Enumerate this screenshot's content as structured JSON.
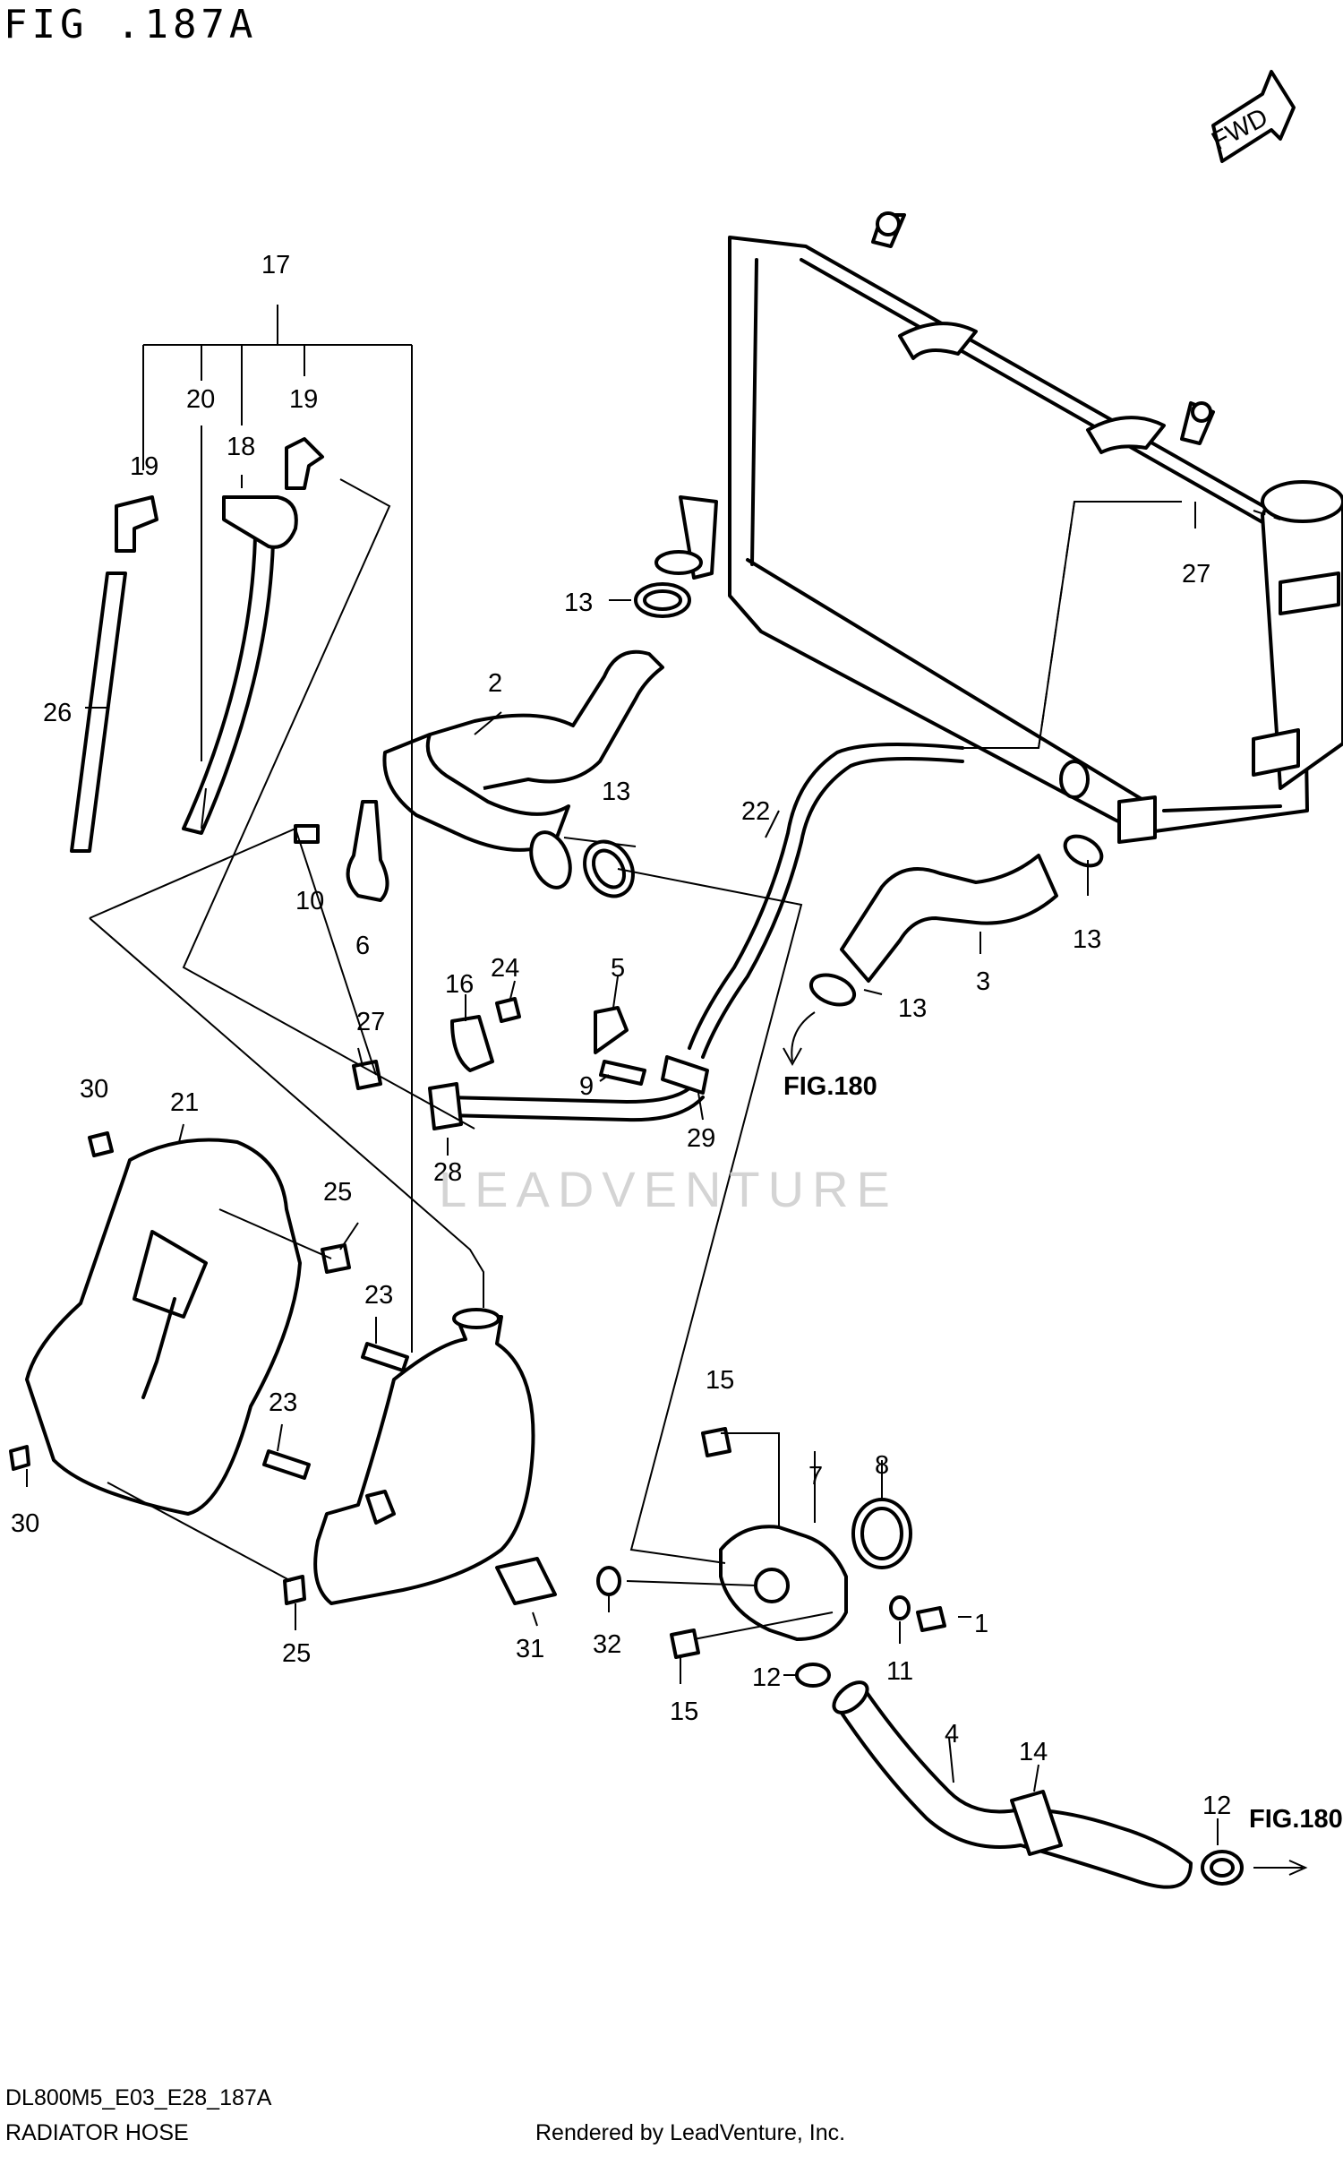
{
  "figure_title": "FIG .187A",
  "fwd_label": "FWD",
  "code": "DL800M5_E03_E28_187A",
  "caption": "RADIATOR HOSE",
  "rendered_by": "Rendered by LeadVenture, Inc.",
  "watermark": "LEADVENTURE",
  "fig_refs": [
    "FIG.180",
    "FIG.180"
  ],
  "callouts": {
    "c17": "17",
    "c20": "20",
    "c19a": "19",
    "c19b": "19",
    "c18": "18",
    "c26": "26",
    "c13a": "13",
    "c2": "2",
    "c13b": "13",
    "c22": "22",
    "c27a": "27",
    "c10": "10",
    "c6": "6",
    "c3": "3",
    "c13c": "13",
    "c13d": "13",
    "c16": "16",
    "c24": "24",
    "c5": "5",
    "c27b": "27",
    "c9": "9",
    "c29": "29",
    "c28": "28",
    "c30a": "30",
    "c21": "21",
    "c25a": "25",
    "c23a": "23",
    "c23b": "23",
    "c30b": "30",
    "c25b": "25",
    "c15a": "15",
    "c7": "7",
    "c8": "8",
    "c31": "31",
    "c32": "32",
    "c1": "1",
    "c11": "11",
    "c15b": "15",
    "c12a": "12",
    "c4": "4",
    "c14": "14",
    "c12b": "12"
  }
}
